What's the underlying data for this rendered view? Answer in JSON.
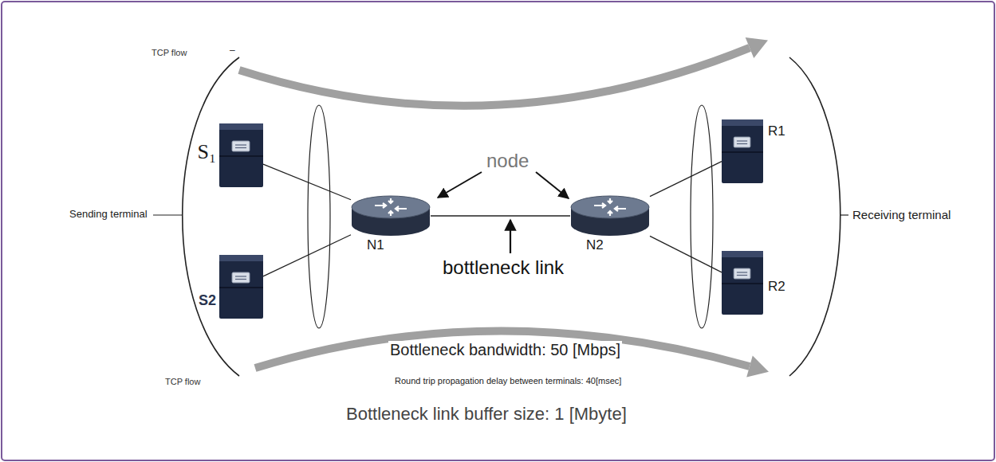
{
  "diagram": {
    "nodes": [
      {
        "text": [
          "S₁"
        ]
      },
      {
        "text": [
          "S2"
        ]
      },
      {
        "text": [
          "N1"
        ]
      },
      {
        "text": [
          "N2"
        ]
      },
      {
        "text": [
          "R1"
        ]
      },
      {
        "text": [
          "R2"
        ]
      }
    ],
    "edges": [
      {
        "from": 0,
        "to": 2,
        "arrow": "none"
      },
      {
        "from": 1,
        "to": 2,
        "arrow": "none"
      },
      {
        "from": 2,
        "to": 3,
        "arrow": "none"
      },
      {
        "from": 3,
        "to": 4,
        "arrow": "none"
      },
      {
        "from": 3,
        "to": 5,
        "arrow": "none"
      }
    ],
    "labels": [
      "TCP flow",
      "–",
      "Sending terminal",
      "node",
      "bottleneck link",
      "Receiving terminal",
      "Bottleneck bandwidth: 50 [Mbps]",
      "TCP flow",
      "Round trip propagation delay between terminals: 40[msec]",
      "Bottleneck link buffer size: 1 [Mbyte]"
    ]
  }
}
